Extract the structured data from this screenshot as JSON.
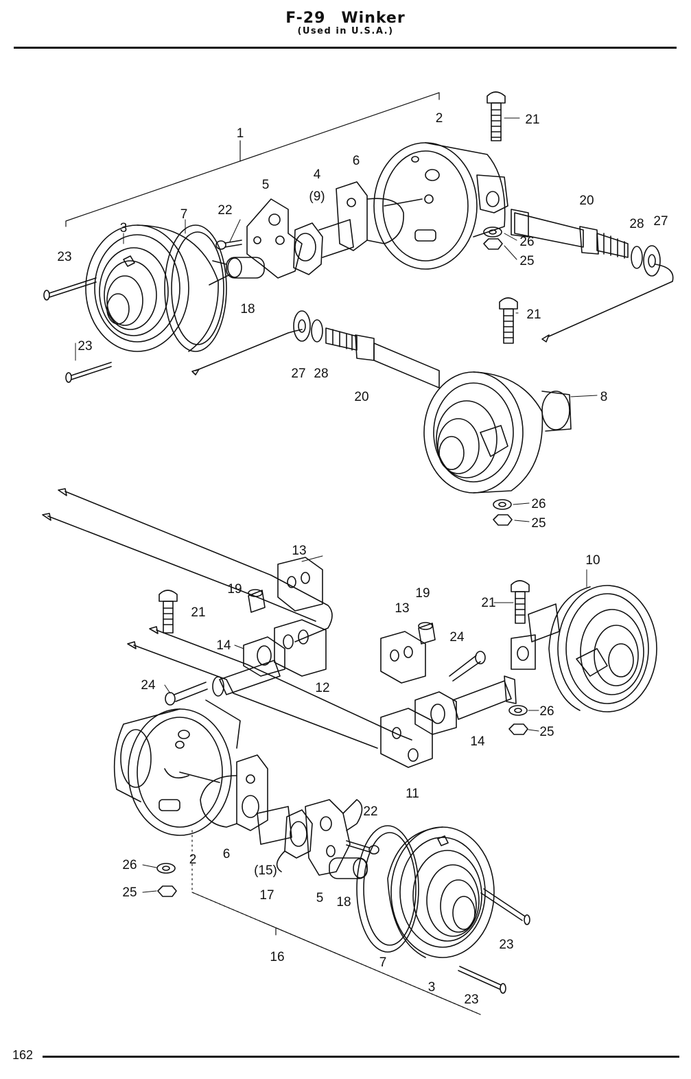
{
  "header": {
    "title": "F-29　Winker",
    "subtitle": "(Used in U.S.A.)"
  },
  "footer": {
    "page_number": "162"
  },
  "callouts": {
    "c1": "1",
    "c2a": "2",
    "c3a": "3",
    "c4": "4",
    "c9": "(9)",
    "c5a": "5",
    "c6a": "6",
    "c7a": "7",
    "c18a": "18",
    "c21a": "21",
    "c22a": "22",
    "c23a": "23",
    "c23b": "23",
    "c20a": "20",
    "c26a": "26",
    "c25a": "25",
    "c28a": "28",
    "c27a": "27",
    "c21b": "21",
    "c27b": "27",
    "c28b": "28",
    "c20b": "20",
    "c8": "8",
    "c26b": "26",
    "c25b": "25",
    "c13a": "13",
    "c19a": "19",
    "c21c": "21",
    "c14a": "14",
    "c12": "12",
    "c24a": "24",
    "c10": "10",
    "c21d": "21",
    "c13b": "13",
    "c19b": "19",
    "c24b": "24",
    "c26c": "26",
    "c25c": "25",
    "c14b": "14",
    "c11": "11",
    "c2b": "2",
    "c6b": "6",
    "c15": "(15)",
    "c17": "17",
    "c5b": "5",
    "c22b": "22",
    "c18b": "18",
    "c26d": "26",
    "c25d": "25",
    "c16": "16",
    "c7b": "7",
    "c23c": "23",
    "c3b": "3",
    "c23d": "23"
  }
}
